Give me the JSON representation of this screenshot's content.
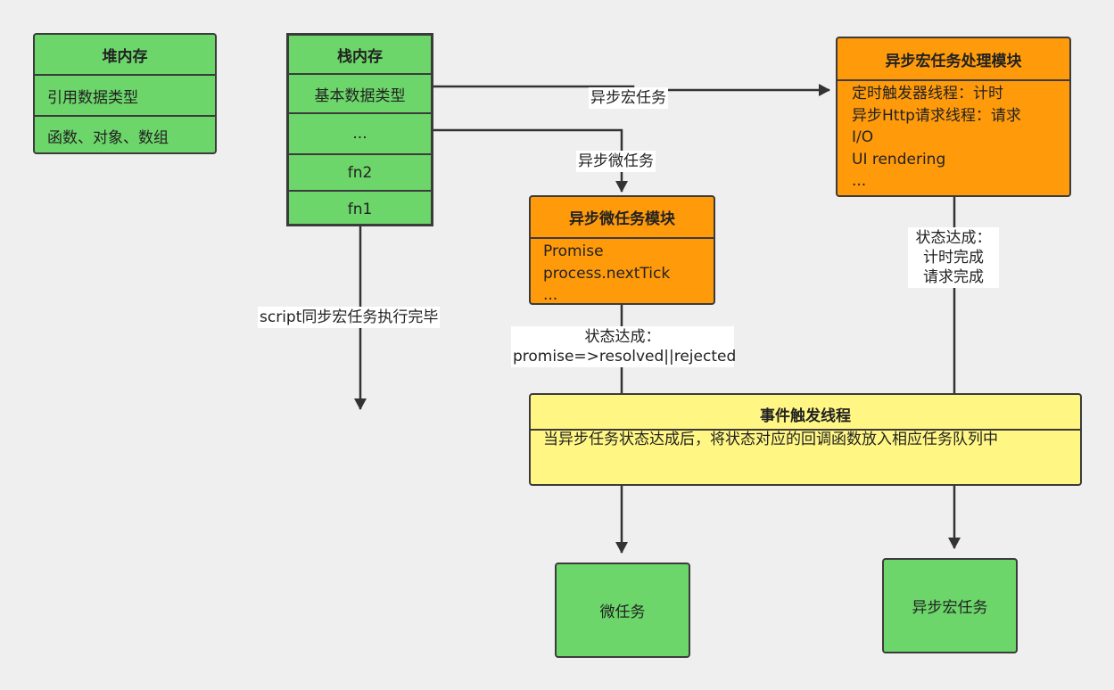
{
  "heap": {
    "title": "堆内存",
    "rows": [
      "引用数据类型",
      "函数、对象、数组"
    ]
  },
  "stack": {
    "title": "栈内存",
    "rows": [
      "基本数据类型",
      "...",
      "fn2",
      "fn1"
    ]
  },
  "macro_module": {
    "title": "异步宏任务处理模块",
    "items": [
      "定时触发器线程：计时",
      "异步Http请求线程：请求",
      "I/O",
      "UI rendering",
      "..."
    ]
  },
  "micro_module": {
    "title": "异步微任务模块",
    "items": [
      "Promise",
      "process.nextTick",
      "..."
    ]
  },
  "event_thread": {
    "title": "事件触发线程",
    "desc": "当异步任务状态达成后，将状态对应的回调函数放入相应任务队列中"
  },
  "edge_labels": {
    "async_macro": "异步宏任务",
    "async_micro": "异步微任务",
    "script_done": "script同步宏任务执行完毕",
    "micro_state_1": "状态达成：",
    "micro_state_2": "promise=>resolved||rejected",
    "macro_state_1": "状态达成：",
    "macro_state_2": "计时完成",
    "macro_state_3": "请求完成"
  },
  "queues": {
    "micro": "微任务",
    "macro": "异步宏任务"
  },
  "colors": {
    "green": "#6cd66a",
    "orange": "#ff9a0b",
    "yellow": "#fff683",
    "line": "#333333"
  }
}
